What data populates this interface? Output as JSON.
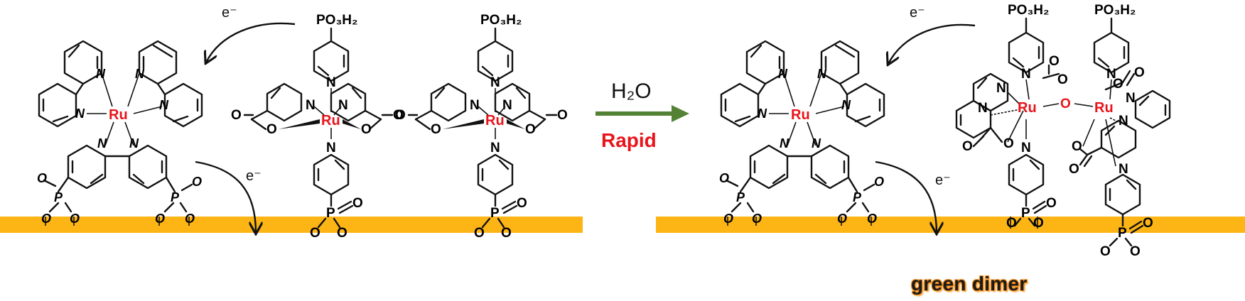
{
  "colors": {
    "surface": "#fdb515",
    "ruthenium": "#e8141b",
    "reaction_arrow": "#548235",
    "rapid": "#e8141b",
    "text": "#111111",
    "dimer_glow": "#f08a16"
  },
  "reaction": {
    "reagent": "H₂O",
    "condition": "Rapid"
  },
  "labels": {
    "electron": "e⁻",
    "phosphonic_acid": "PO₃H₂",
    "ru": "Ru",
    "n": "N",
    "o": "O",
    "p": "P",
    "product_name": "green dimer"
  }
}
